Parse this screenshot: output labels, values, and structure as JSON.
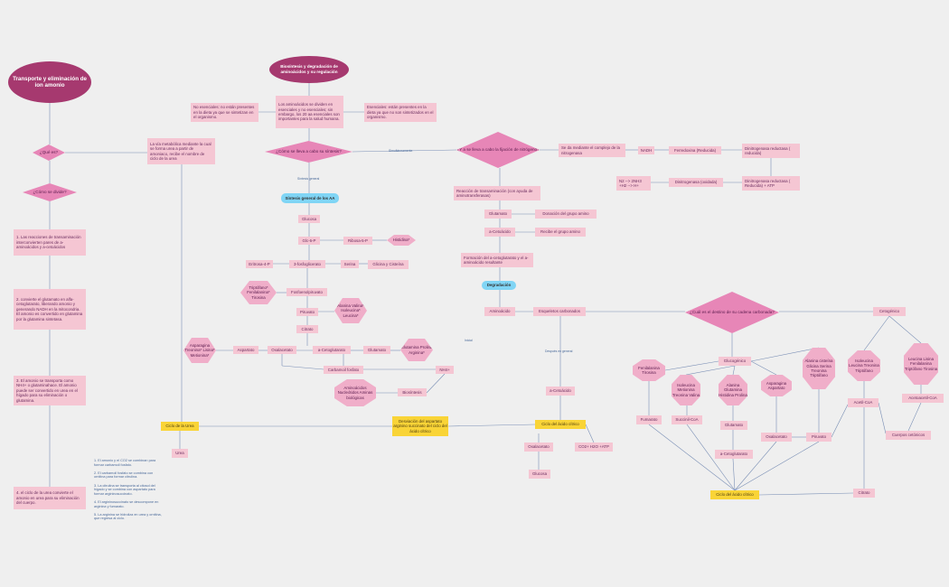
{
  "nodes": {
    "transporte": "Transporte y eliminación de ion amonio",
    "que_es": "¿Qué es?",
    "via": "La vía metabólica mediante la cual se forma urea a partir de amoniaco, recibe el nombre de ciclo de la urea",
    "como_divide": "¿Cómo se divide?",
    "paso1": "1. Las reacciones de transaminación interconvierten pares de a-aminoácidos y a-cetoácidos",
    "paso2": "2. convierte el glutamato en alfa-cetoglutarato, liberando amonio y generando NADH en la mitocondria. El amonio es convertido en glutamina por la glutamina sintetasa.",
    "paso3": "3. El amonio se transporta como NH4+ o glutaminahace. El amonio puede ser convertido en urea en el hígado para su eliminación o glutamina.",
    "paso4": "4. el ciclo de la urea convierte el amonio en urea para su eliminación del cuerpo.",
    "bio": "Biosíntesis y degradación de aminoácidos y su regulación",
    "noesenciales": "No esenciales: no están presentes en la dieta ya que se sintetizan en el organismo.",
    "aminoacidos": "Los aminoácidos se dividen en esenciales y no esenciales; sin embargo, los 20 aa esenciales son importantes para la salud humana.",
    "esenciales": "Esenciales: están presentes en la dieta ya que no son sintetizados en el organismo.",
    "como_sintesis": "¿Cómo se lleva a cabo su síntesis?",
    "como_fijacion": "¿Y a se lleva a cabo la fijación de nitrógeno?",
    "lbl_sintesis": "Síntesis general",
    "lbl_simult": "Simultáneamente",
    "sintesis": "Síntesis general de los AA",
    "glucosa1": "Glucosa",
    "g6p": "Glc-6-P",
    "ribosa": "Ribosa-5-P",
    "histidina": "Histidina*",
    "eritrosa": "Eritrosa-4-P",
    "fosfo": "3-fosfoglicerato",
    "serina": "Serina",
    "glicina": "Glicina y Cisteína",
    "fosfoenol": "Fosfoenolpiruvato",
    "triptofano": "Triptófano* Fenilalanina* Tirosina",
    "piruvato1": "Piruvato",
    "alanina1": "Alanina Valina* Isoleucina* Leucina*",
    "citrato1": "Citrato",
    "asparagina1": "Asparagina Treonina* Lisina* Metionina*",
    "aspartato1": "Aspartato",
    "oxalo1": "Oxalacetato",
    "acetog1": "a-Cetoglutarato",
    "glutamato1": "Glutamato",
    "glutamina": "Glutamina Prolina Arginina*",
    "carbamoil": "Carbamoil fosfato",
    "nh4": "NH4+",
    "amino_azucares": "Aminoácidos Nucleótidos Aminas biológicas",
    "biosintesis": "Biosíntesis",
    "ciclo_urea": "Ciclo de la Urea",
    "urea": "Urea",
    "desviacion": "Desviación del aspartato arginino succinato del ciclo del ácido cítrico",
    "ciclo_citrico1": "Ciclo del ácido cítrico",
    "oxalo2": "Oxalacetato",
    "co2": "CO2+ H2O +ATP",
    "glucosa2": "Glucosa",
    "acetog2": "a-Cetoácido",
    "lbl_despues": "Después en general",
    "aminoacido": "Aminoácido",
    "lbl_inicial": "Inicial",
    "esqueletos": "Esqueletos carbonados",
    "degradacion": "Degradación",
    "formacion": "Formación del a-cetoglutarato y el a-aminoácido resultante",
    "acetoacido": "a-Cetoácido",
    "recibe": "Recibe el grupo amino",
    "glutamato2": "Glutamato",
    "donacion": "Donación del grupo amino",
    "reaccion": "Reacción de transaminación (con ayuda de aminotransferasas)",
    "nitrogenasa": "Se da mediante el complejo de la nitrogenasa",
    "nadh": "NADH",
    "ferredoxina_r": "Ferredoxina (Reducida)",
    "dinitro_r": "Dinitrogenasa reductasa ( reducida)",
    "n2": "N2 --> 2NH3 +H2 --> H+",
    "dinitro_o": "Dinitrogenasa (oxidada)",
    "dinitro_r2": "Dinitrogenasa reductasa ( Reducida) + ATP",
    "destino": "¿Cuál es el destino de su cadena carbonada?",
    "glucogenico": "Glucogénico",
    "cetogenico": "Cetogénico",
    "fenilalanina": "Fenilalanina Tirosina",
    "fumarato": "Fumarato",
    "isoleucina1": "Isoleucina Metionina Treonina Valina",
    "succinil": "Succinil-CoA",
    "alanina2": "Alanina Glutamina Histidina Prolina",
    "glutamato3": "Glutamato",
    "asparagina2": "Asparagina Aspartato",
    "acetog3": "a-Cetoglutarato",
    "oxalo3": "Oxalacetato",
    "alanina3": "Alanina cisteína Glicina Serina Treonina Triptófano",
    "piruvato2": "Piruvato",
    "isoleucina2": "Isoleucina Leucina Treonina Triptófano",
    "acetilcoa": "Acetil-CoA",
    "leucina": "Leucina Lisina Fenilalanina Triptófano Tirosina",
    "acetoacetil": "Acetoacetil-CoA",
    "cuerpos": "Cuerpos cetónicos",
    "ciclo_citrico2": "Ciclo del ácido cítrico",
    "citrato2": "Citrato",
    "notes": "1. El amonio y el CO2 se combinan para formar carbamoil fosfato.\n\n2. El carbamoil fosfato se combina con ornitina para formar citrulina.\n\n3. La citrulina se transporta al citosol del hígado y se combina con aspartato para formar argininosuccinato.\n\n4. El argininosuccinato se descompone en arginina y fumarato.\n\n5. La arginina se hidroliza en urea y ornitina, que regresa al ciclo."
  },
  "colors": {
    "pink_box": "#f5c6d3",
    "diamond": "#e786b7",
    "oval": "#a6396f",
    "cyan": "#80d5f5",
    "yellow": "#f9d437",
    "line": "#6b8db8"
  }
}
